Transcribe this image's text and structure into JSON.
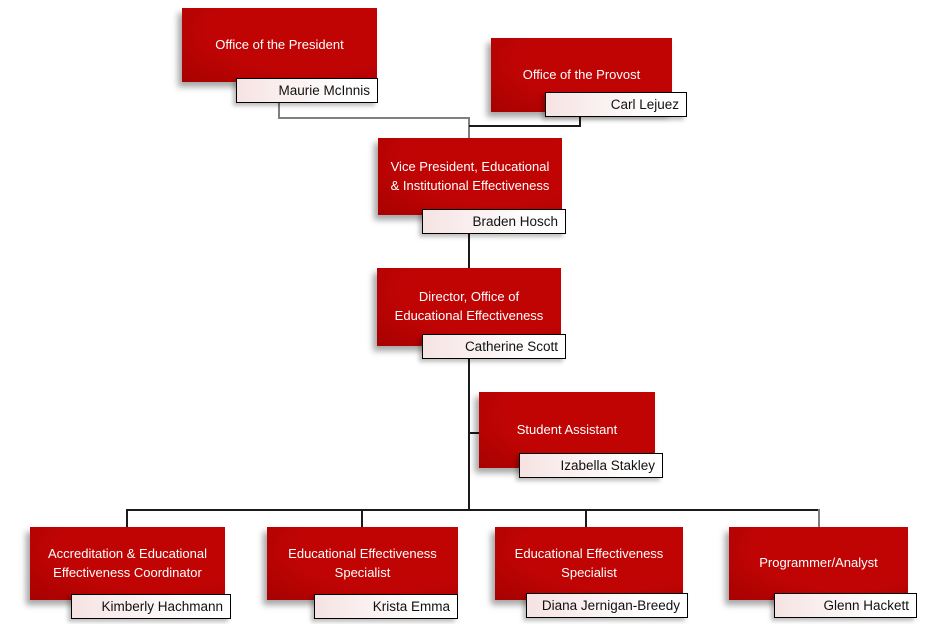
{
  "colors": {
    "box-red": "#C00404",
    "box-red-dark": "#9E0000",
    "tag-pink": "#F6E3E3",
    "tag-white": "#FFFFFF",
    "connector-dark": "#1A1A1A",
    "connector-gray": "#7F7F7F"
  },
  "nodes": [
    {
      "role": "president",
      "title": "Office of the President",
      "name": "Maurie McInnis"
    },
    {
      "role": "provost",
      "title": "Office of the Provost",
      "name": "Carl Lejuez"
    },
    {
      "role": "vice-president",
      "title": "Vice President, Educational\n& Institutional Effectiveness",
      "name": "Braden Hosch"
    },
    {
      "role": "director",
      "title": "Director, Office of\nEducational Effectiveness",
      "name": "Catherine Scott"
    },
    {
      "role": "student-assistant",
      "title": "Student Assistant",
      "name": "Izabella Stakley"
    },
    {
      "role": "accreditation-coordinator",
      "title": "Accreditation & Educational\nEffectiveness Coordinator",
      "name": "Kimberly Hachmann"
    },
    {
      "role": "ee-specialist-1",
      "title": "Educational Effectiveness\nSpecialist",
      "name": "Krista Emma"
    },
    {
      "role": "ee-specialist-2",
      "title": "Educational Effectiveness\nSpecialist",
      "name": "Diana Jernigan-Breedy"
    },
    {
      "role": "programmer-analyst",
      "title": "Programmer/Analyst",
      "name": "Glenn Hackett"
    }
  ]
}
